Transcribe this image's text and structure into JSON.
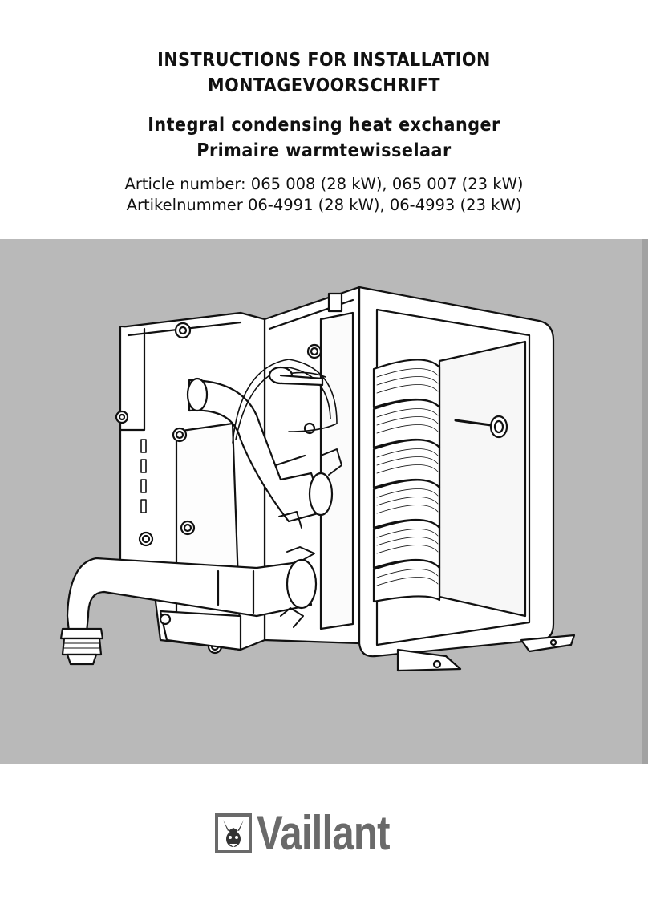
{
  "header": {
    "title_en": "INSTRUCTIONS FOR INSTALLATION",
    "title_nl": "MONTAGEVOORSCHRIFT",
    "product_en": "Integral condensing heat exchanger",
    "product_nl": "Primaire warmtewisselaar",
    "article_en": "Article number: 065 008 (28 kW), 065 007 (23 kW)",
    "article_nl": "Artikelnummer 06-4991 (28 kW), 06-4993 (23 kW)"
  },
  "illustration": {
    "background": "#b9b9b9"
  },
  "brand": {
    "name": "Vaillant",
    "color": "#6a6a6a",
    "icon": "hare-logo-icon"
  }
}
